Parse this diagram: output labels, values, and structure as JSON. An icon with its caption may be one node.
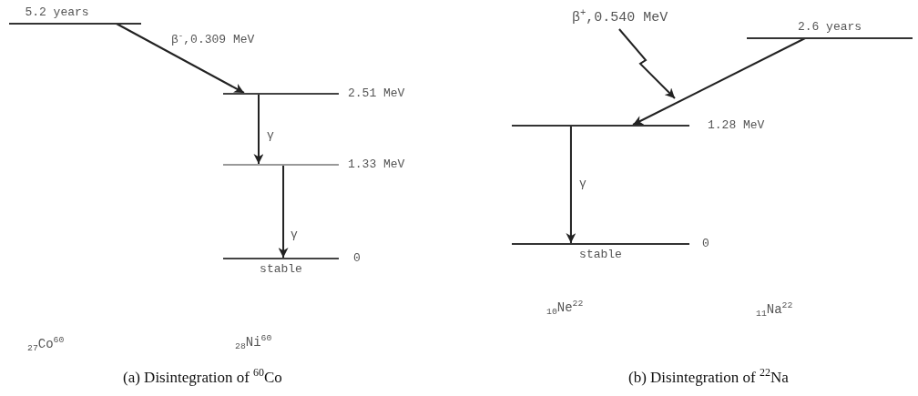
{
  "diagram": {
    "nodes": [
      {
        "text": [
          "5.2 years"
        ]
      },
      {
        "text": [],
        "shape": "bar",
        "beside": [
          "2.51 MeV"
        ]
      },
      {
        "text": [],
        "shape": "bar",
        "beside": [
          "1.33 MeV"
        ]
      },
      {
        "text": [
          "stable"
        ],
        "beside": [
          "0"
        ]
      },
      {
        "text": [
          "β$^{+}$,0.540 MeV"
        ]
      },
      {
        "text": [
          "2.6 years"
        ]
      },
      {
        "text": [],
        "shape": "bar",
        "beside": [
          "1.28 MeV"
        ]
      },
      {
        "text": [
          "stable"
        ],
        "beside": [
          "0"
        ]
      }
    ],
    "edges": [
      {
        "from": 0,
        "to": 1,
        "arrow": "to",
        "label": "β$^{-}$,0.309 MeV"
      },
      {
        "from": 1,
        "to": 2,
        "arrow": "to",
        "label": "γ"
      },
      {
        "from": 2,
        "to": 3,
        "arrow": "to",
        "label": "γ"
      },
      {
        "from": 4,
        "to": null,
        "arrow": "to"
      },
      {
        "from": 5,
        "to": 6,
        "arrow": "to"
      },
      {
        "from": 6,
        "to": 7,
        "arrow": "to",
        "label": "γ"
      }
    ],
    "labels": [
      "$_{27}$Co$^{60}$",
      "$_{28}$Ni$^{60}$",
      "$_{10}$Ne$^{22}$",
      "$_{11}$Na$^{22}$",
      "(a) Disintegration of $^{60}$Co",
      "(b) Disintegration of $^{22}$Na"
    ]
  }
}
